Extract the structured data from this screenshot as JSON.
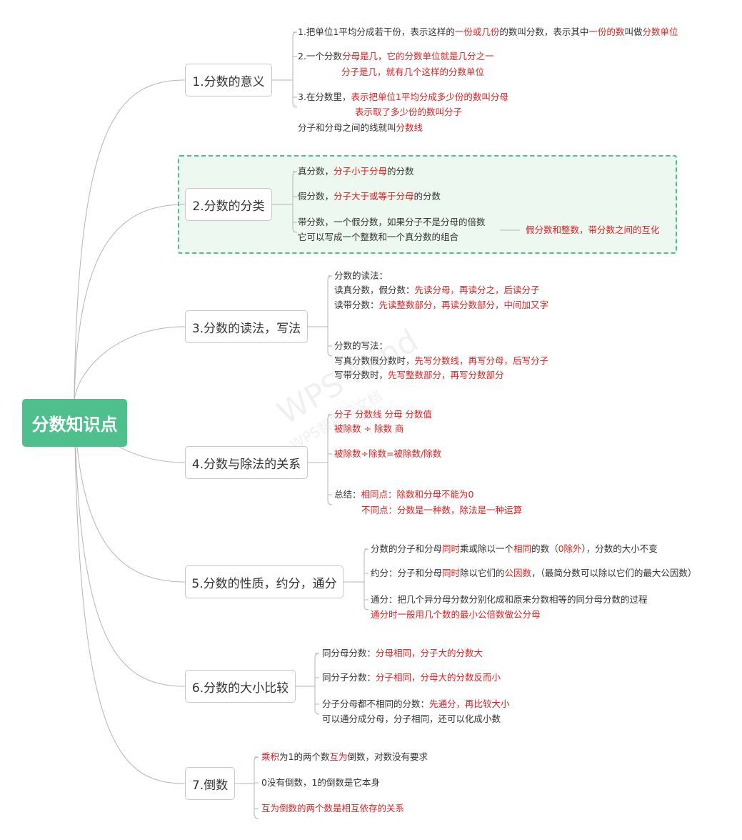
{
  "root": {
    "label": "分数知识点"
  },
  "watermark": {
    "line1": "WPS Mind",
    "line2": "WPS智能云文档"
  },
  "colors": {
    "root": "#4fc08d",
    "accent_red": "#e02020",
    "highlight_bg": "#edf8f1",
    "highlight_border": "#4fc08d",
    "edge": "#b5b5b5"
  },
  "branches": [
    {
      "label": "1.分数的意义",
      "leaves": [
        [
          {
            "t": "1.把单位1平均分成若干份，表示这样的"
          },
          {
            "t": "一份或几份",
            "red": true
          },
          {
            "t": "的数叫分数，表示其中"
          },
          {
            "t": "一份的数",
            "red": true
          },
          {
            "t": "叫做"
          },
          {
            "t": "分数单位",
            "red": true
          }
        ],
        [
          {
            "t": "2.一个分数"
          },
          {
            "t": "分母是几，它的分数单位就是几分之一",
            "red": true
          }
        ],
        [
          {
            "t": "分子是几，就有几个这样的分数单位",
            "red": true
          }
        ],
        [
          {
            "t": "3.在分数里，"
          },
          {
            "t": "表示把单位1平均分成多少份的数叫分母",
            "red": true
          }
        ],
        [
          {
            "t": "表示取了多少份的数叫分子",
            "red": true
          }
        ],
        [
          {
            "t": "分子和分母之间的线就叫"
          },
          {
            "t": "分数线",
            "red": true
          }
        ]
      ]
    },
    {
      "label": "2.分数的分类",
      "leaves": [
        [
          {
            "t": "真分数，"
          },
          {
            "t": "分子小于分母",
            "red": true
          },
          {
            "t": "的分数"
          }
        ],
        [
          {
            "t": "假分数，"
          },
          {
            "t": "分子大于或等于分母",
            "red": true
          },
          {
            "t": "的分数"
          }
        ],
        [
          {
            "t": "带分数，一个假分数，如果分子不是分母的倍数"
          }
        ],
        [
          {
            "t": "它可以写成一个整数和一个真分数的组合"
          }
        ],
        [
          {
            "t": "假分数和整数，带分数之间的互化",
            "red": true
          }
        ]
      ]
    },
    {
      "label": "3.分数的读法，写法",
      "leaves": [
        [
          {
            "t": "分数的读法："
          }
        ],
        [
          {
            "t": "读真分数，假分数："
          },
          {
            "t": "先读分母，再读分之，后读分子",
            "red": true
          }
        ],
        [
          {
            "t": "读带分数："
          },
          {
            "t": "先读整数部分，再读分数部分，中间加又字",
            "red": true
          }
        ],
        [
          {
            "t": "分数的写法："
          }
        ],
        [
          {
            "t": "写真分数假分数时，"
          },
          {
            "t": "先写分数线，再写分母，后写分子",
            "red": true
          }
        ],
        [
          {
            "t": "写带分数时，"
          },
          {
            "t": "先写整数部分，再写分数部分",
            "red": true
          }
        ]
      ]
    },
    {
      "label": "4.分数与除法的关系",
      "leaves": [
        [
          {
            "t": "分子  分数线  分母    分数值",
            "red": true
          }
        ],
        [
          {
            "t": "被除数    ÷     除数      商",
            "red": true
          }
        ],
        [
          {
            "t": "被除数÷除数=被除数/除数",
            "red": true
          }
        ],
        [
          {
            "t": "总结："
          },
          {
            "t": "相同点：除数和分母不能为0",
            "red": true
          }
        ],
        [
          {
            "t": "不同点：分数是一种数，除法是一种运算",
            "red": true
          }
        ]
      ]
    },
    {
      "label": "5.分数的性质，约分，通分",
      "leaves": [
        [
          {
            "t": "分数的分子和分母"
          },
          {
            "t": "同时",
            "red": true
          },
          {
            "t": "乘或除以一个"
          },
          {
            "t": "相同",
            "red": true
          },
          {
            "t": "的数（"
          },
          {
            "t": "0除外",
            "red": true
          },
          {
            "t": "），分数的大小不变"
          }
        ],
        [
          {
            "t": "约分：分子和分母"
          },
          {
            "t": "同时",
            "red": true
          },
          {
            "t": "除以它们的"
          },
          {
            "t": "公因数",
            "red": true
          },
          {
            "t": "，（最简分数可以除以它们的最大公因数）"
          }
        ],
        [
          {
            "t": "通分：把几个异分母分数分别化成和原来分数相等的同分母分数的过程"
          }
        ],
        [
          {
            "t": "通分时一般用几个数的最小公倍数做公分母",
            "red": true
          }
        ]
      ]
    },
    {
      "label": "6.分数的大小比较",
      "leaves": [
        [
          {
            "t": "同分母分数："
          },
          {
            "t": "分母相同，分子大的分数大",
            "red": true
          }
        ],
        [
          {
            "t": "同分子分数："
          },
          {
            "t": "分子相同，分母大的分数反而小",
            "red": true
          }
        ],
        [
          {
            "t": "分子分母都不相同的分数："
          },
          {
            "t": "先通分，再比较大小",
            "red": true
          }
        ],
        [
          {
            "t": "可以通分成分母，分子相同，还可以化成小数"
          }
        ]
      ]
    },
    {
      "label": "7.倒数",
      "leaves": [
        [
          {
            "t": "乘积",
            "red": true
          },
          {
            "t": "为1的两个数"
          },
          {
            "t": "互为",
            "red": true
          },
          {
            "t": "倒数，对数没有要求"
          }
        ],
        [
          {
            "t": "0没有倒数，1的倒数是它本身"
          }
        ],
        [
          {
            "t": "互为倒数的两个数是相互依存的关系",
            "red": true
          }
        ]
      ]
    }
  ]
}
